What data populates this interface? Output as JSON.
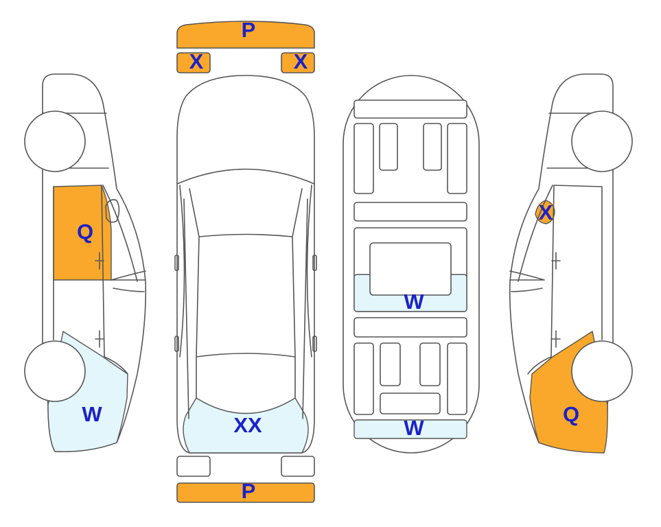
{
  "colors": {
    "orange": "#F9A82B",
    "light_blue": "#E2F6FC",
    "label_blue": "#1C22C8",
    "outline": "#555555"
  },
  "labels": {
    "front_bumper": "P",
    "front_left_light": "X",
    "front_right_light": "X",
    "left_front_door": "Q",
    "left_rear_quarter": "W",
    "top_rear": "XX",
    "underbody_middle": "W",
    "underbody_rear": "W",
    "right_front_pillar": "X",
    "right_rear_quarter": "Q",
    "rear_bumper": "P"
  }
}
